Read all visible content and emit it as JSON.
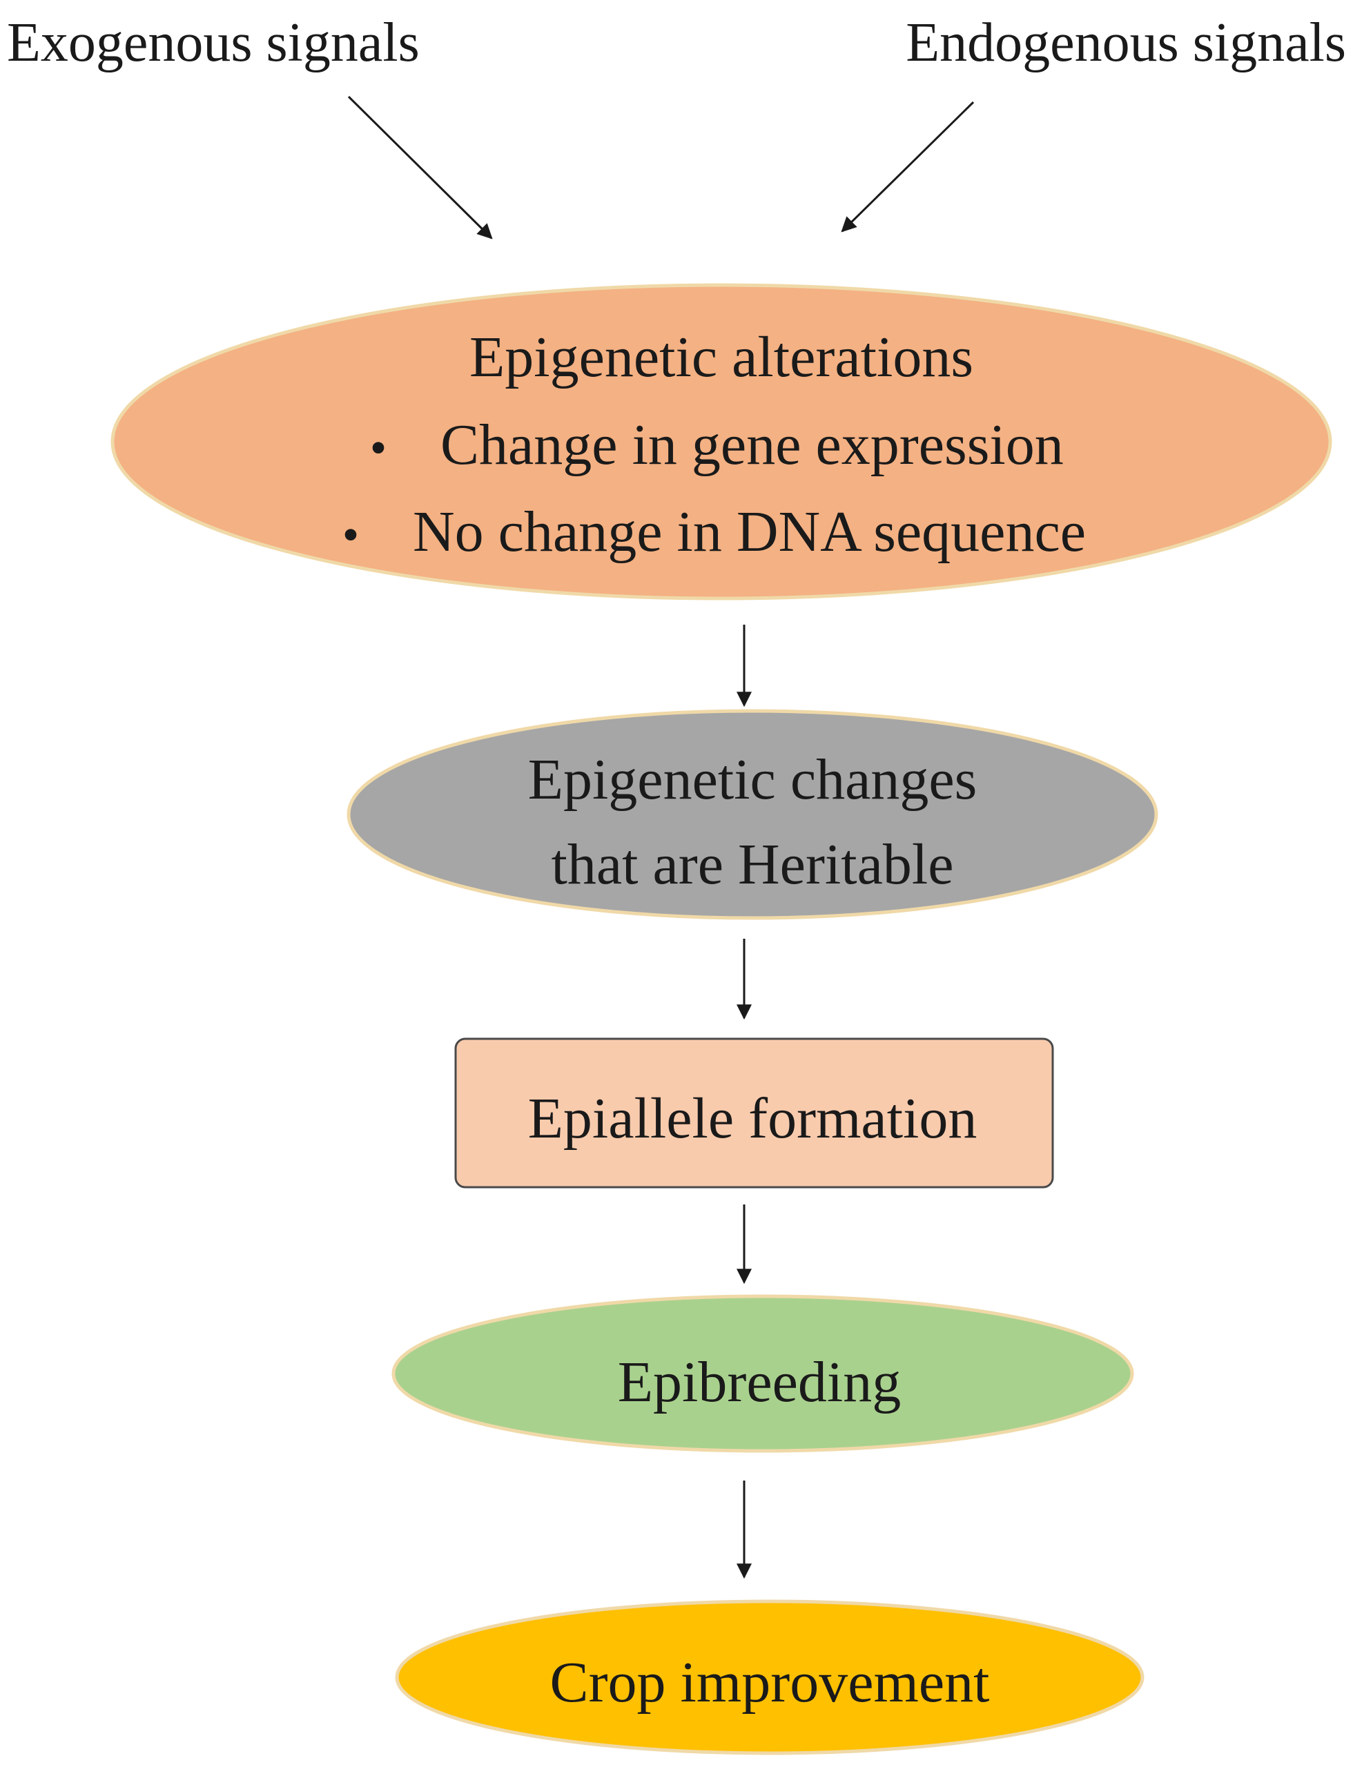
{
  "signals": {
    "exogenous": "Exogenous signals",
    "endogenous": "Endogenous signals"
  },
  "nodes": {
    "alterations": {
      "title": "Epigenetic alterations",
      "bullets": [
        "Change in gene expression",
        "No change in DNA sequence"
      ],
      "fill": "#f4b183"
    },
    "heritable": {
      "line1": "Epigenetic changes",
      "line2": "that are Heritable",
      "fill": "#a6a6a6"
    },
    "epiallele": {
      "label": "Epiallele formation",
      "fill": "#f8cbad"
    },
    "epibreeding": {
      "label": "Epibreeding",
      "fill": "#a9d18e"
    },
    "crop": {
      "label": "Crop improvement",
      "fill": "#ffc000"
    }
  },
  "bullet_glyph": "•"
}
